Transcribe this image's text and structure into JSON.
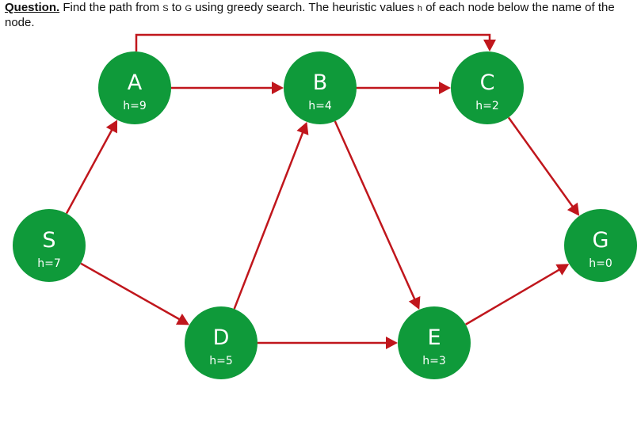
{
  "question": {
    "label": "Question.",
    "part1": " Find the path from ",
    "start": "S",
    "part2": " to ",
    "goal": "G",
    "part3": " using greedy search. The heuristic values ",
    "hvar": "h",
    "part4": " of each node below the name of the node."
  },
  "colors": {
    "node_fill": "#0f9a3a",
    "edge": "#c0161c",
    "node_text": "#ffffff"
  },
  "graph": {
    "nodes": [
      {
        "id": "A",
        "label": "A",
        "h": "h=9"
      },
      {
        "id": "B",
        "label": "B",
        "h": "h=4"
      },
      {
        "id": "C",
        "label": "C",
        "h": "h=2"
      },
      {
        "id": "S",
        "label": "S",
        "h": "h=7"
      },
      {
        "id": "G",
        "label": "G",
        "h": "h=0"
      },
      {
        "id": "D",
        "label": "D",
        "h": "h=5"
      },
      {
        "id": "E",
        "label": "E",
        "h": "h=3"
      }
    ],
    "edges": [
      {
        "from": "S",
        "to": "A"
      },
      {
        "from": "S",
        "to": "D"
      },
      {
        "from": "A",
        "to": "B"
      },
      {
        "from": "A",
        "to": "C"
      },
      {
        "from": "B",
        "to": "C"
      },
      {
        "from": "B",
        "to": "E"
      },
      {
        "from": "D",
        "to": "B"
      },
      {
        "from": "D",
        "to": "E"
      },
      {
        "from": "C",
        "to": "G"
      },
      {
        "from": "E",
        "to": "G"
      }
    ]
  }
}
